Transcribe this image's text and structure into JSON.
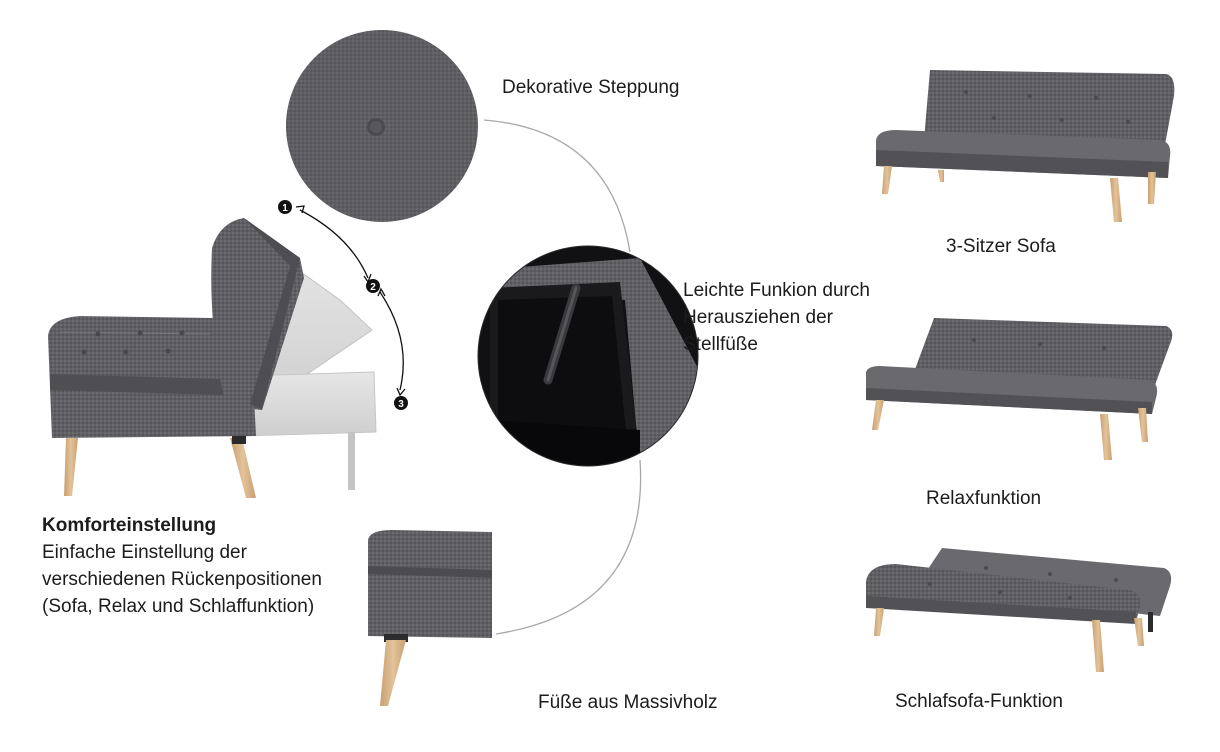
{
  "callouts": {
    "quilting": "Dekorative Steppung",
    "mechanism_line1": "Leichte Funkion durch",
    "mechanism_line2": "Herausziehen der",
    "mechanism_line3": "Stellfüße",
    "legs": "Füße aus Massivholz"
  },
  "comfort": {
    "title": "Komforteinstellung",
    "line1": "Einfache Einstellung der",
    "line2": "verschiedenen Rückenpositionen",
    "line3": "(Sofa, Relax und Schlaffunktion)"
  },
  "positions": [
    "1",
    "2",
    "3"
  ],
  "modes": {
    "sofa": "3-Sitzer Sofa",
    "relax": "Relaxfunktion",
    "bed": "Schlafsofa-Funktion"
  },
  "colors": {
    "fabric": "#5f5f62",
    "fabric_dark": "#4a4a4d",
    "fabric_light": "#7a7a7d",
    "wood": "#d9b890",
    "ghost": "#d6d6d6"
  }
}
